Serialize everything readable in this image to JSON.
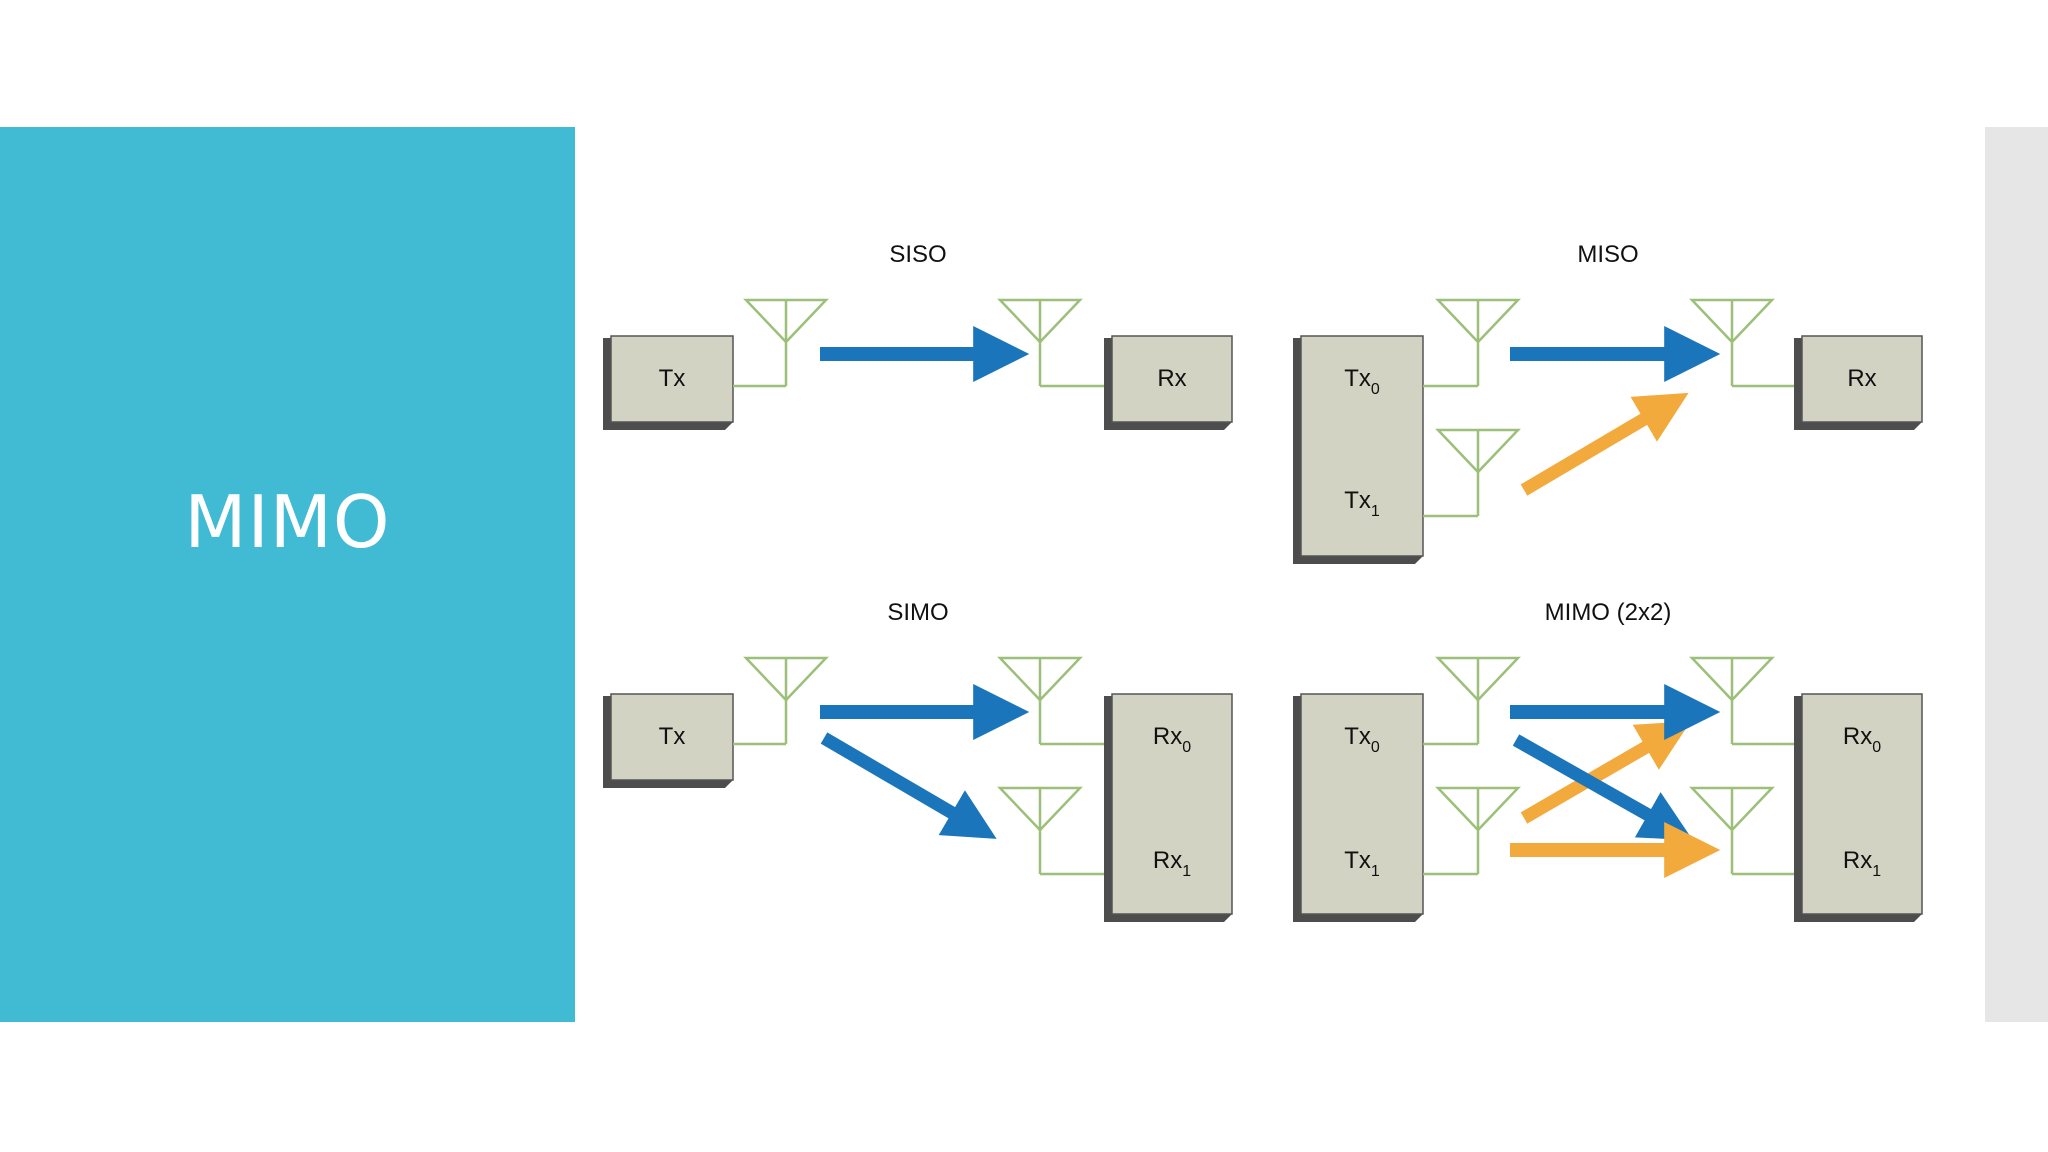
{
  "slide": {
    "title": "MIMO"
  },
  "colors": {
    "panel": "#41bbd4",
    "box_fill": "#d2d3c3",
    "box_shadow": "#5a5a5a",
    "antenna": "#9cc07a",
    "arrow_blue": "#1b75bb",
    "arrow_orange": "#f2aa3c",
    "side_strip": "#e6e6e6"
  },
  "diagram": {
    "siso": {
      "label": "SISO",
      "tx": "Tx",
      "rx": "Rx"
    },
    "miso": {
      "label": "MISO",
      "tx0": "Tx",
      "tx1": "Tx",
      "rx": "Rx",
      "sub0": "0",
      "sub1": "1"
    },
    "simo": {
      "label": "SIMO",
      "tx": "Tx",
      "rx0": "Rx",
      "rx1": "Rx",
      "sub0": "0",
      "sub1": "1"
    },
    "mimo": {
      "label": "MIMO (2x2)",
      "tx0": "Tx",
      "tx1": "Tx",
      "rx0": "Rx",
      "rx1": "Rx",
      "sub0": "0",
      "sub1": "1"
    }
  }
}
